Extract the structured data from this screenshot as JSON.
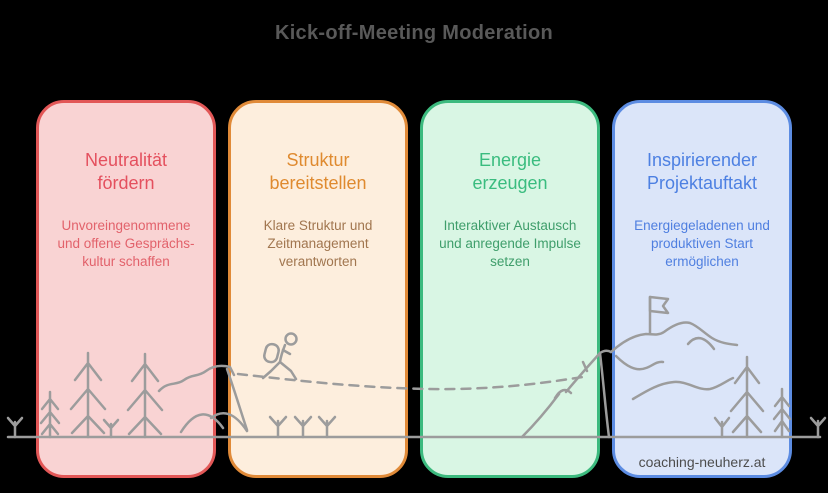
{
  "page": {
    "title": "Kick-off-Meeting Moderation",
    "background": "#000000",
    "title_color": "#595959"
  },
  "cards": [
    {
      "title": "Neutralität fördern",
      "description": "Unvoreingenommene und offene Gesprächs-kultur schaffen",
      "colors": {
        "background": "#f9d3d3",
        "border": "#e25757",
        "title": "#e4505e",
        "text": "#e2626b"
      }
    },
    {
      "title": "Struktur bereitstellen",
      "description": "Klare Struktur und Zeitmanagement verantworten",
      "colors": {
        "background": "#fdeedd",
        "border": "#e08a38",
        "title": "#df8a2f",
        "text": "#a1764f"
      }
    },
    {
      "title": "Energie erzeugen",
      "description": "Interaktiver Austausch und anregende Impulse setzen",
      "colors": {
        "background": "#d9f6e4",
        "border": "#3cba7e",
        "title": "#3abc7f",
        "text": "#3f9e6b"
      }
    },
    {
      "title": "Inspirierender Projektauftakt",
      "description": "Energiegeladenen und produktiven Start ermöglichen",
      "colors": {
        "background": "#dbe5f9",
        "border": "#5c8ce2",
        "title": "#4d80e2",
        "text": "#4f7fe0"
      }
    }
  ],
  "footer": {
    "website": "coaching-neuherz.at",
    "color": "#4d4d4d"
  },
  "illustration": {
    "stroke_color": "#9c9c9c",
    "icons": [
      "pine-tree-icon",
      "sprout-icon",
      "hill-icon",
      "hiker-icon",
      "trail-dashed-path",
      "mountain-icon",
      "flag-icon",
      "ground-line"
    ]
  }
}
